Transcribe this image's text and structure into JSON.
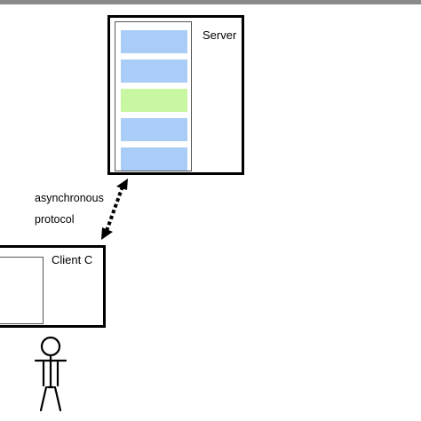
{
  "server": {
    "label": "Server",
    "blocks": [
      {
        "color": "#a9cdf7"
      },
      {
        "color": "#a9cdf7"
      },
      {
        "color": "#c8f7a1"
      },
      {
        "color": "#a9cdf7"
      },
      {
        "color": "#a9cdf7"
      }
    ]
  },
  "client": {
    "label": "Client C"
  },
  "connection": {
    "line1": "asynchronous",
    "line2": "protocol"
  },
  "colors": {
    "block_blue": "#a9cdf7",
    "block_green": "#c8f7a1",
    "top_bar": "#8a8a8a",
    "stroke": "#000000"
  }
}
